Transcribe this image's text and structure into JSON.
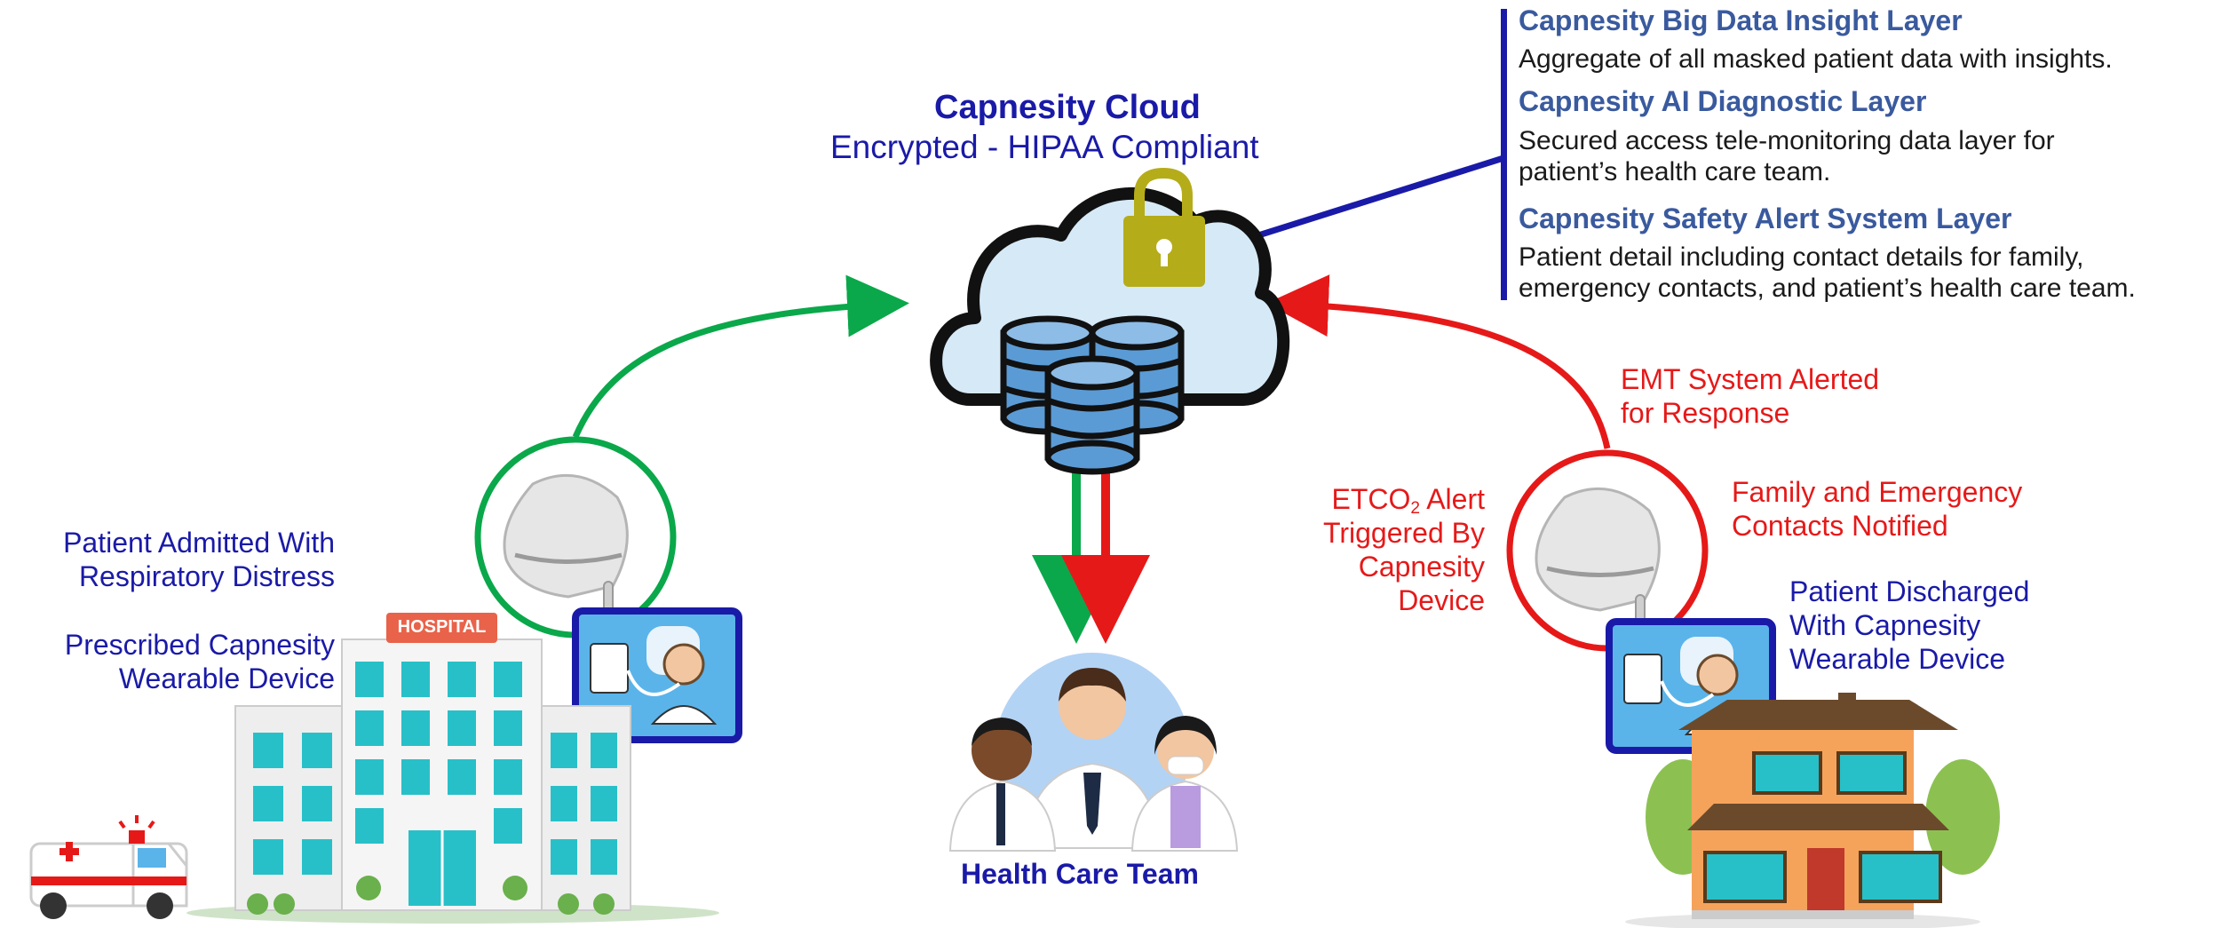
{
  "cloud": {
    "title": "Capnesity Cloud",
    "subtitle": "Encrypted - HIPAA Compliant"
  },
  "layers": [
    {
      "title": "Capnesity Big Data Insight Layer",
      "lines": [
        "Aggregate of all masked patient data with insights."
      ]
    },
    {
      "title": "Capnesity AI Diagnostic Layer",
      "lines": [
        "Secured access tele-monitoring data layer for",
        "patient’s health care team."
      ]
    },
    {
      "title": "Capnesity Safety Alert System Layer",
      "lines": [
        "Patient detail including contact details for family,",
        "emergency contacts, and patient’s  health care team."
      ]
    }
  ],
  "left": {
    "admitted": [
      "Patient Admitted With",
      "Respiratory Distress"
    ],
    "prescribed": [
      "Prescribed Capnesity",
      "Wearable Device"
    ],
    "hospital_sign": "HOSPITAL"
  },
  "right": {
    "emt": [
      "EMT System Alerted",
      "for Response"
    ],
    "alert_pre": "ETCO",
    "alert_sub": "2",
    "alert_post": " Alert",
    "alert_rest": [
      "Triggered By",
      "Capnesity",
      "Device"
    ],
    "family": [
      "Family and Emergency",
      "Contacts Notified"
    ],
    "discharged": [
      "Patient Discharged",
      "With Capnesity",
      "Wearable Device"
    ]
  },
  "team": {
    "label": "Health Care Team"
  },
  "colors": {
    "green": "#0aa84a",
    "red": "#e61919",
    "navy": "#1a1aa8",
    "steel": "#3a5a9e",
    "lock": "#b5ac1a",
    "cloud_fill": "#d6e9f7",
    "db_fill": "#5b9bd5",
    "teal_window": "#28c0c8"
  }
}
